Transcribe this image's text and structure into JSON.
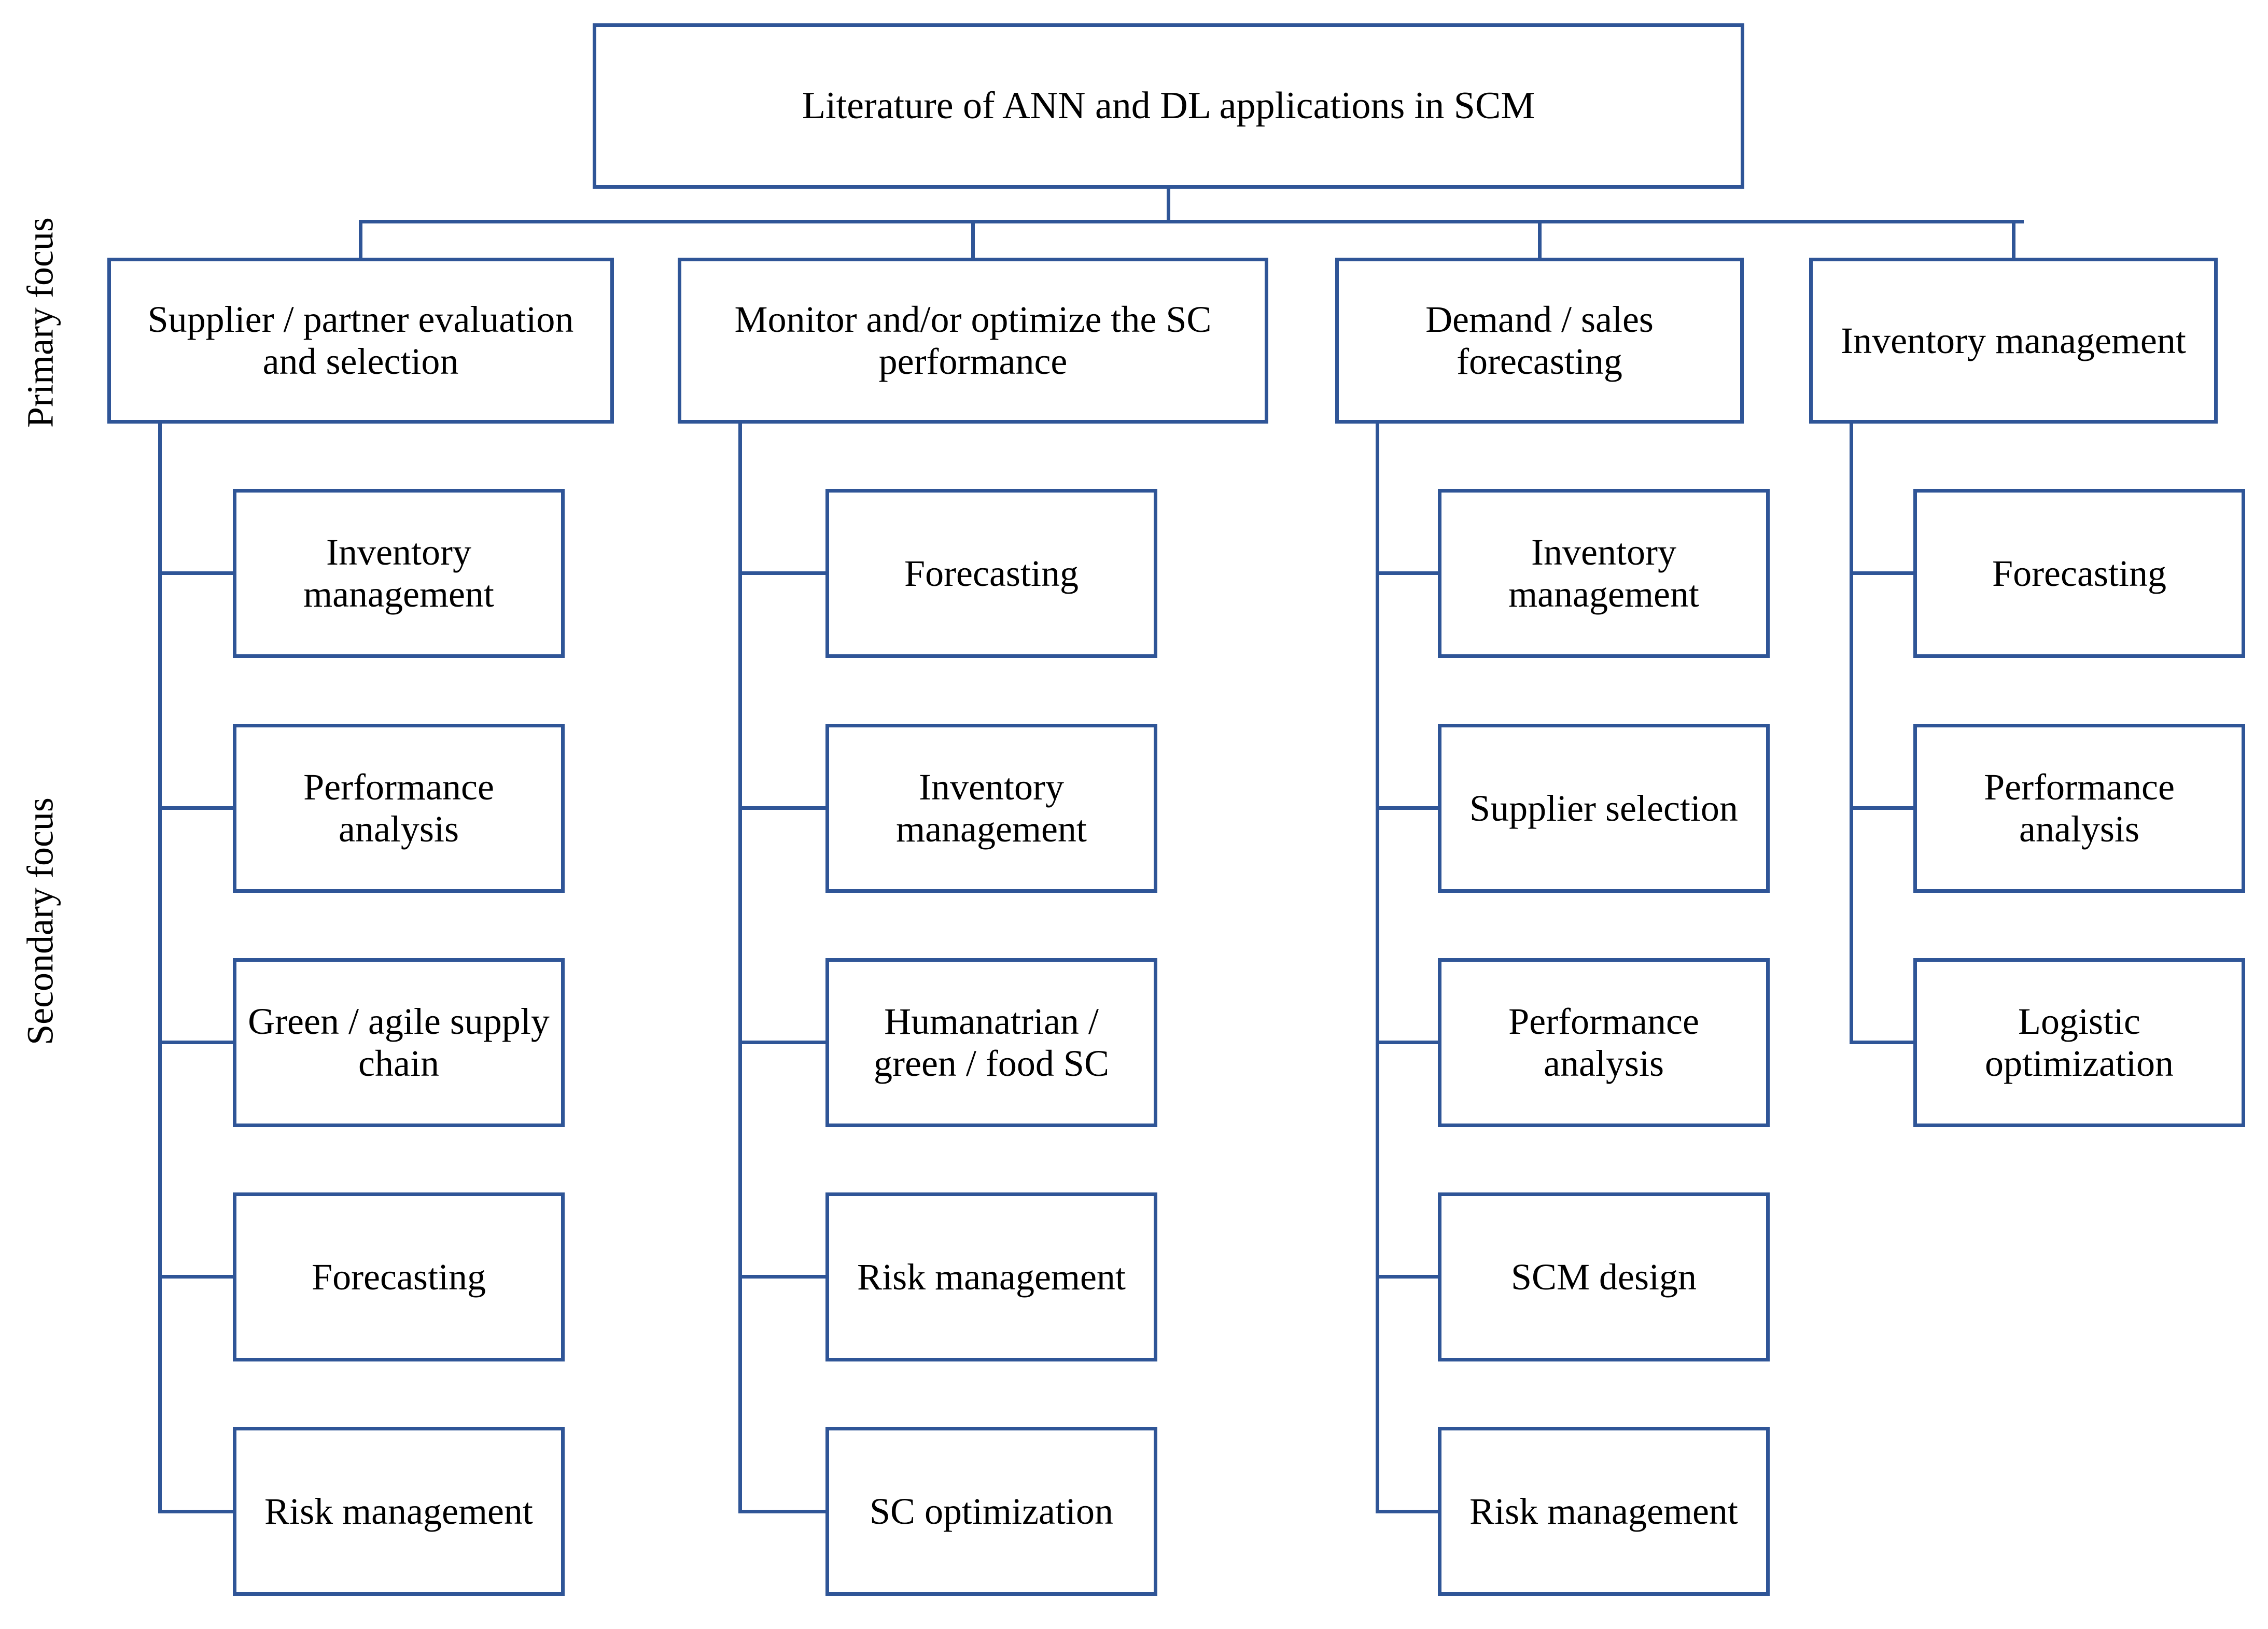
{
  "colors": {
    "line": "#2f5597",
    "text": "#000000",
    "background": "#ffffff"
  },
  "root": {
    "label": "Literature of ANN and DL applications in SCM"
  },
  "side_labels": {
    "primary": "Primary focus",
    "secondary": "Secondary focus"
  },
  "columns": [
    {
      "label": "Supplier / partner evaluation and selection",
      "children": [
        "Inventory management",
        "Performance analysis",
        "Green / agile supply chain",
        "Forecasting",
        "Risk management"
      ]
    },
    {
      "label": "Monitor and/or optimize the SC performance",
      "children": [
        "Forecasting",
        "Inventory management",
        "Humanatrian / green / food SC",
        "Risk management",
        "SC optimization"
      ]
    },
    {
      "label": "Demand / sales forecasting",
      "children": [
        "Inventory management",
        "Supplier selection",
        "Performance analysis",
        "SCM design",
        "Risk management"
      ]
    },
    {
      "label": "Inventory management",
      "children": [
        "Forecasting",
        "Performance analysis",
        "Logistic optimization"
      ]
    }
  ]
}
